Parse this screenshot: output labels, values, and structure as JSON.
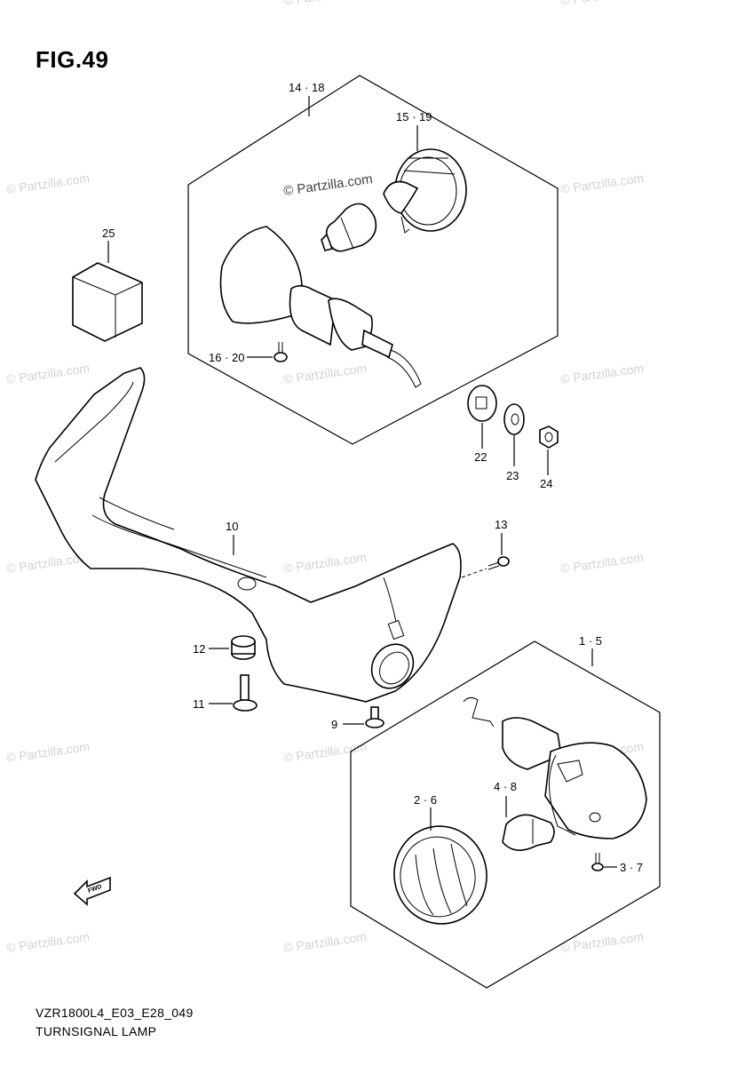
{
  "figure_title": "FIG.49",
  "footer": {
    "diagram_code": "VZR1800L4_E03_E28_049",
    "diagram_name": "TURNSIGNAL LAMP"
  },
  "watermark": "© Partzilla.com",
  "fwd_label": "FWD",
  "callouts": {
    "c14_18": "14 · 18",
    "c15_19": "15 · 19",
    "c16_20": "16 · 20",
    "c25": "25",
    "c22": "22",
    "c23": "23",
    "c24": "24",
    "c10": "10",
    "c13": "13",
    "c12": "12",
    "c11": "11",
    "c9": "9",
    "c1_5": "1 · 5",
    "c2_6": "2 · 6",
    "c4_8": "4 · 8",
    "c3_7": "3 · 7"
  },
  "colors": {
    "line": "#000000",
    "watermark": "#d2d2d2",
    "background": "#ffffff"
  }
}
